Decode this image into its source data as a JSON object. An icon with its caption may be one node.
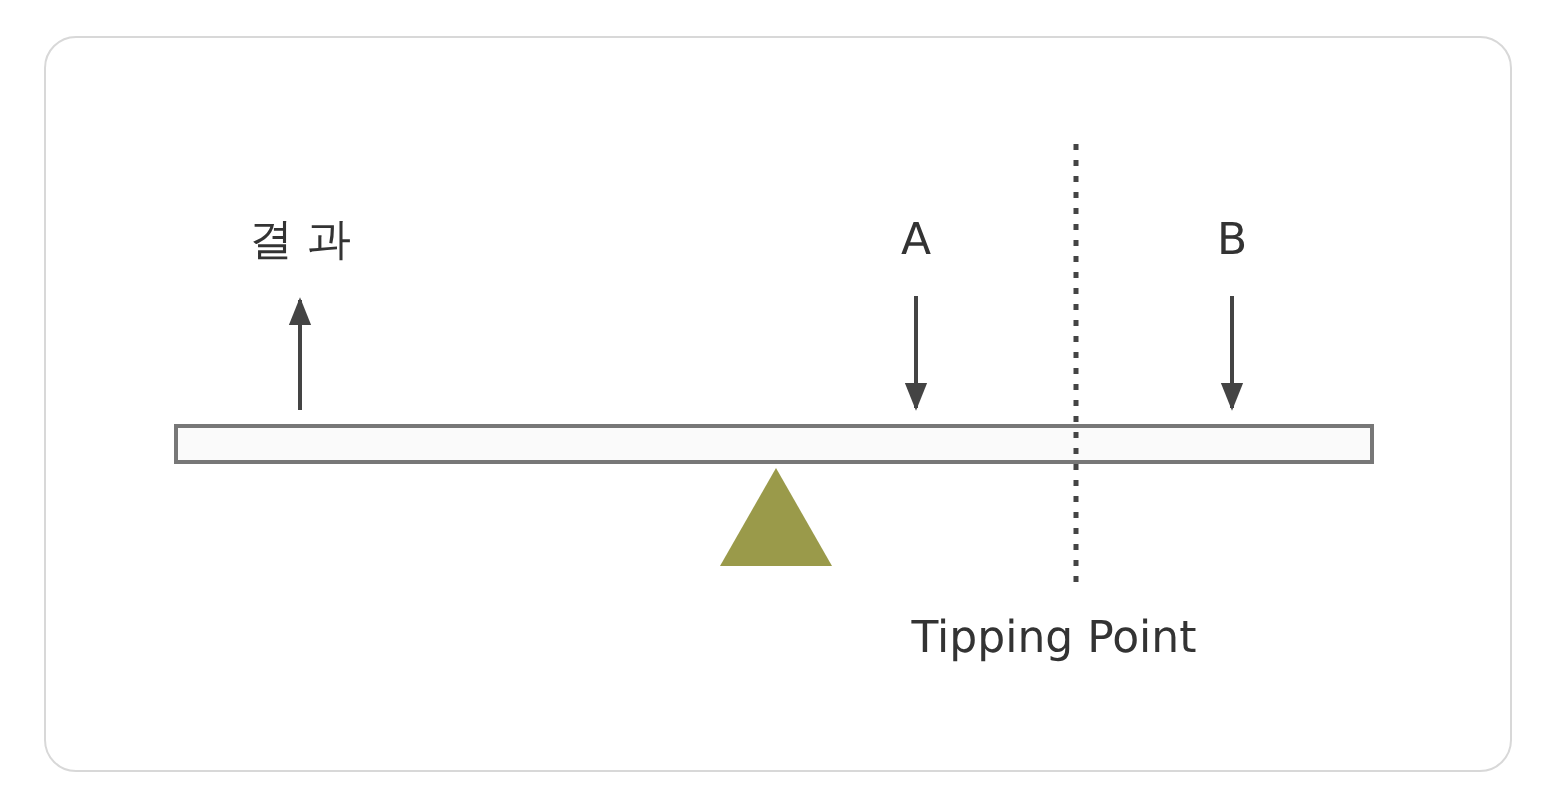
{
  "diagram": {
    "labels": [
      "결 과",
      "A",
      "B",
      "Tipping Point"
    ]
  }
}
